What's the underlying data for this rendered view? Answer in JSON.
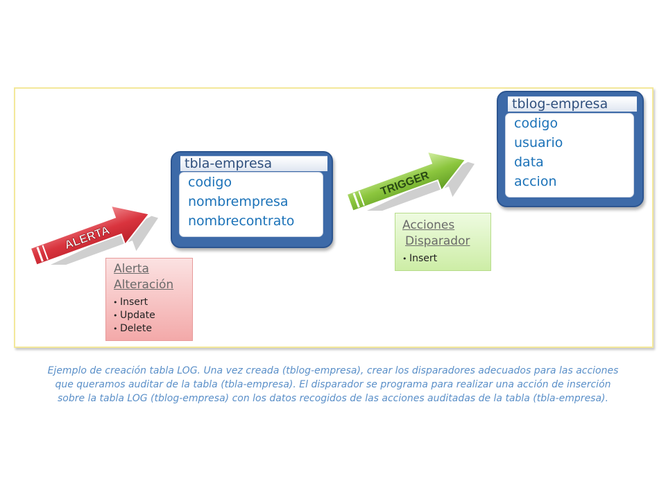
{
  "arrows": {
    "alerta": "ALERTA",
    "trigger": "TRIGGER"
  },
  "tables": {
    "empresa": {
      "title": "tbla-empresa",
      "fields": [
        "codigo",
        "nombrempresa",
        "nombrecontrato"
      ]
    },
    "log": {
      "title": "tblog-empresa",
      "fields": [
        "codigo",
        "usuario",
        "data",
        "accion"
      ]
    }
  },
  "notes": {
    "alerta": {
      "title_line1": "Alerta",
      "title_line2": "Alteración",
      "items": [
        "Insert",
        "Update",
        "Delete"
      ]
    },
    "disparador": {
      "title_line1": "Acciones",
      "title_line2": "Disparador",
      "items": [
        "Insert"
      ]
    }
  },
  "caption": "Ejemplo de creación tabla LOG. Una vez creada (tblog-empresa), crear los disparadores adecuados para las acciones que queramos auditar de la tabla (tbla-empresa). El disparador se programa para realizar una acción de inserción sobre la tabla LOG (tblog-empresa) con los datos recogidos de las acciones auditadas de la tabla (tbla-empresa).",
  "colors": {
    "alerta_arrow": "#d9343e",
    "trigger_arrow": "#8cc63e",
    "table_frame": "#3d6aa8",
    "field_text": "#1b72b8",
    "caption_text": "#5a8fc8",
    "alerta_note_bg": "#f7c6c6",
    "disparador_note_bg": "#def5c4"
  }
}
